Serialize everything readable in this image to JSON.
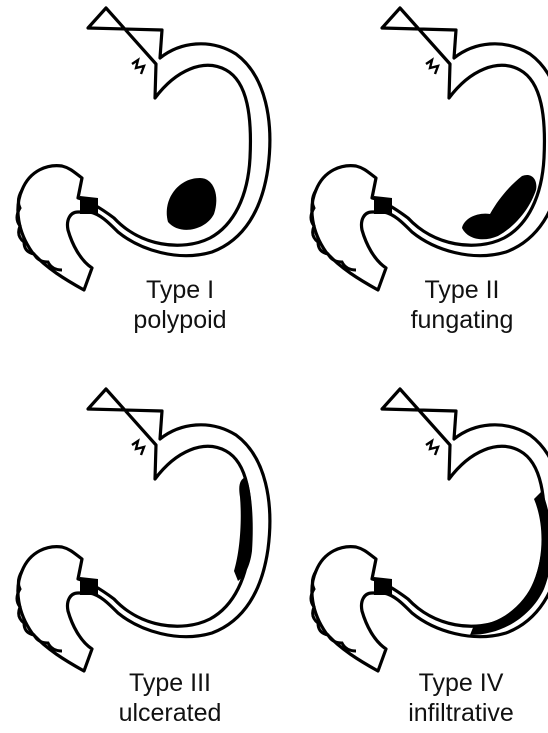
{
  "figure": {
    "panels": [
      {
        "id": "type-1",
        "type_label": "Type I",
        "descriptor": "polypoid",
        "lesion": "polypoid"
      },
      {
        "id": "type-2",
        "type_label": "Type II",
        "descriptor": "fungating",
        "lesion": "fungating"
      },
      {
        "id": "type-3",
        "type_label": "Type III",
        "descriptor": "ulcerated",
        "lesion": "ulcerated"
      },
      {
        "id": "type-4",
        "type_label": "Type IV",
        "descriptor": "infiltrative",
        "lesion": "infiltrative"
      }
    ],
    "colors": {
      "outline": "#000000",
      "lesion": "#000000",
      "fill": "#ffffff",
      "text": "#111111"
    }
  }
}
